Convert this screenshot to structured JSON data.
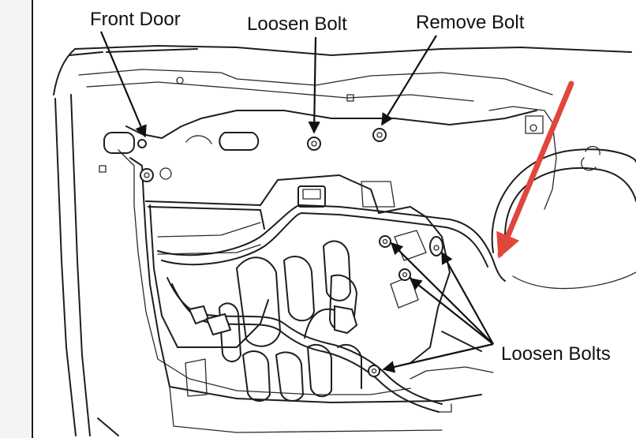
{
  "labels": {
    "front_door": "Front Door",
    "loosen_bolt": "Loosen Bolt",
    "remove_bolt": "Remove Bolt",
    "loosen_bolts": "Loosen Bolts"
  },
  "colors": {
    "highlight_arrow": "#e0473c",
    "line_art": "#1e1e1e",
    "background": "#ffffff"
  }
}
